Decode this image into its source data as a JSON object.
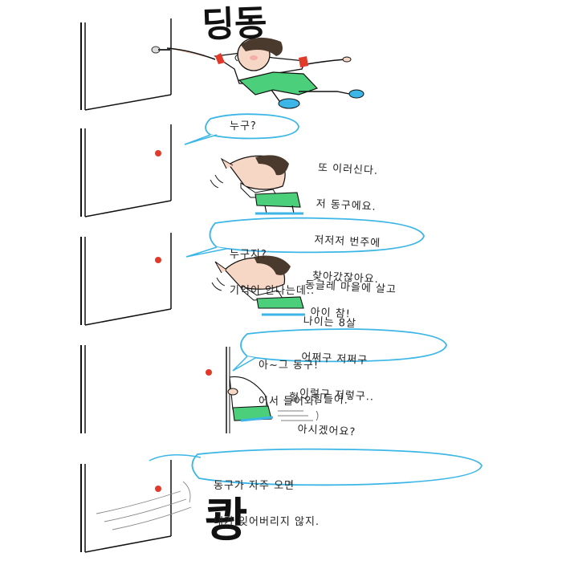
{
  "panels": [
    {
      "sfx": "딩동"
    },
    {
      "speech": "누구?",
      "narration": [
        "또 이러신다.",
        "저 동구에요.",
        "저저저 번주에",
        "찾아갔잖아요.",
        "아이 참!"
      ]
    },
    {
      "speech": [
        "누구지?",
        "기억이 안나는데.."
      ],
      "narration": [
        "동글레 마을에 살고",
        "나이는 8살",
        "어쩌구 저쩌구",
        "이렇구 저렇구..",
        "아시겠어요?"
      ]
    },
    {
      "speech": [
        "아~그 동구!",
        "어서 들어와."
      ],
      "narration": "헐~ 힘들어."
    },
    {
      "speech": [
        "동구가 자주 오면",
        "내가 잊어버리지 않지."
      ],
      "sfx": "쾅"
    }
  ],
  "colors": {
    "bubble_outline": "#3bb6e6",
    "shirt": "#ffffff",
    "shorts": "#4ccf7a",
    "doorbell": "#e23a2a",
    "skin": "#f6d6c4",
    "hair": "#4a3a2e",
    "ink": "#111111"
  }
}
